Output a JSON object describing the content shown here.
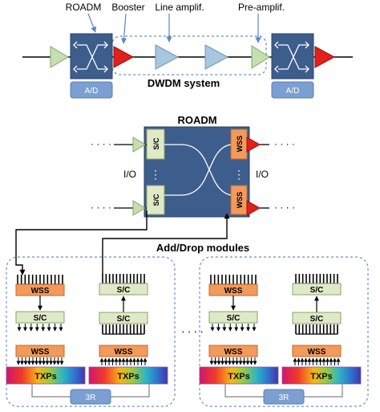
{
  "top": {
    "labels": {
      "roadm": "ROADM",
      "booster": "Booster",
      "line_amplif": "Line amplif.",
      "pre_amplif": "Pre-amplif."
    },
    "ad_left": "A/D",
    "ad_right": "A/D",
    "system_title": "DWDM system"
  },
  "roadm": {
    "title": "ROADM",
    "sc_top": "S/C",
    "sc_bottom": "S/C",
    "wss_top": "WSS",
    "wss_bottom": "WSS",
    "io_left": "I/O",
    "io_right": "I/O",
    "dots": "· · · ·",
    "vdots": "⋮"
  },
  "adddrop": {
    "title": "Add/Drop modules",
    "between_dots": ". . . .",
    "modules": [
      {
        "drop": {
          "wss1": "WSS",
          "sc": "S/C",
          "wss2": "WSS"
        },
        "add": {
          "sc1": "S/C",
          "sc2": "S/C",
          "wss": "WSS"
        },
        "txps": [
          "TXPs",
          "TXPs"
        ],
        "regen": "3R"
      },
      {
        "drop": {
          "wss1": "WSS",
          "sc": "S/C",
          "wss2": "WSS"
        },
        "add": {
          "sc1": "S/C",
          "sc2": "S/C",
          "wss": "WSS"
        },
        "txps": [
          "TXPs",
          "TXPs"
        ],
        "regen": "3R"
      }
    ]
  },
  "colors": {
    "roadm_blue": "#3d5d8c",
    "ad_blue": "#7b9fd1",
    "amp_green": "#c6deb0",
    "line_amp_blue": "#a8c6e0",
    "booster_red": "#e0201c",
    "wss_orange": "#f29a5b",
    "sc_green": "#dfe9c7"
  }
}
